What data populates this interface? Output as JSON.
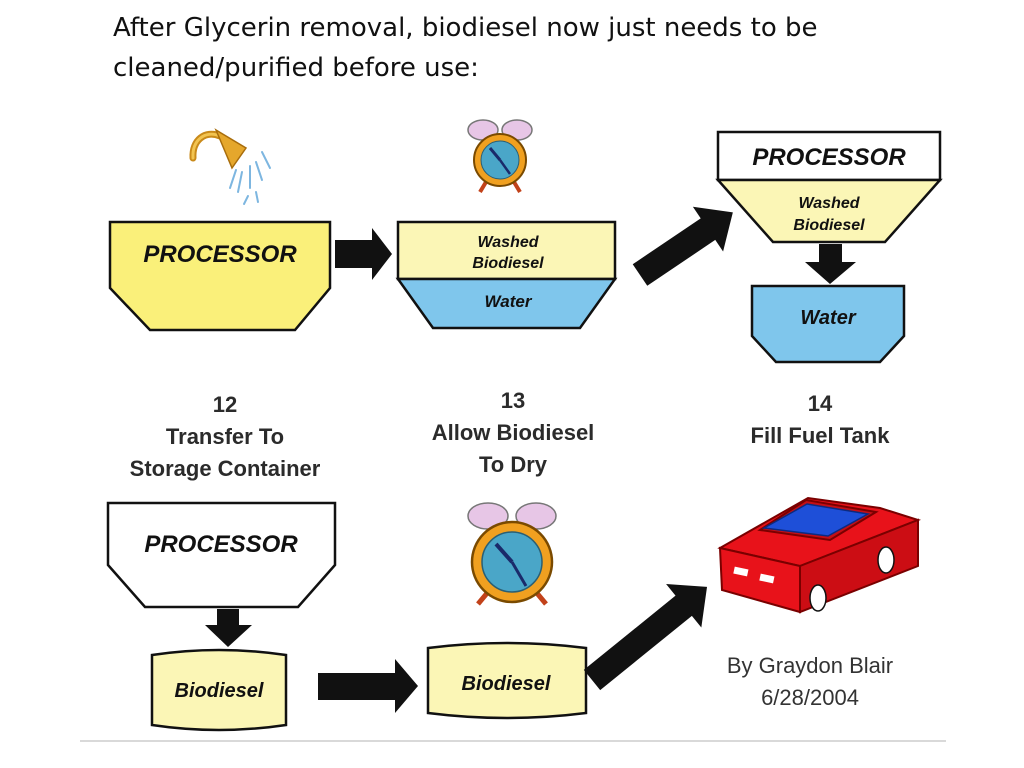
{
  "headline": {
    "line1": "After Glycerin removal, biodiesel now just needs to be",
    "line2": "cleaned/purified before use:"
  },
  "labels": {
    "processor": "PROCESSOR",
    "washed_line1": "Washed",
    "washed_line2": "Biodiesel",
    "water": "Water",
    "biodiesel": "Biodiesel"
  },
  "steps": [
    {
      "number": "12",
      "line1": "Transfer To",
      "line2": "Storage Container"
    },
    {
      "number": "13",
      "line1": "Allow Biodiesel",
      "line2": "To Dry"
    },
    {
      "number": "14",
      "line1": "Fill Fuel Tank",
      "line2": ""
    }
  ],
  "credit": {
    "author": "By Graydon Blair",
    "date": "6/28/2004"
  },
  "colors": {
    "processor_fill": "#faf07a",
    "washed_fill": "#fbf6b6",
    "water_fill": "#7fc6ec",
    "outline": "#111111",
    "arrow": "#111111",
    "car_body": "#e8121a",
    "car_window": "#1e4fd8",
    "clock_bell": "#e7c6e6",
    "clock_body": "#f0a020",
    "shower": "#e5a72c"
  }
}
